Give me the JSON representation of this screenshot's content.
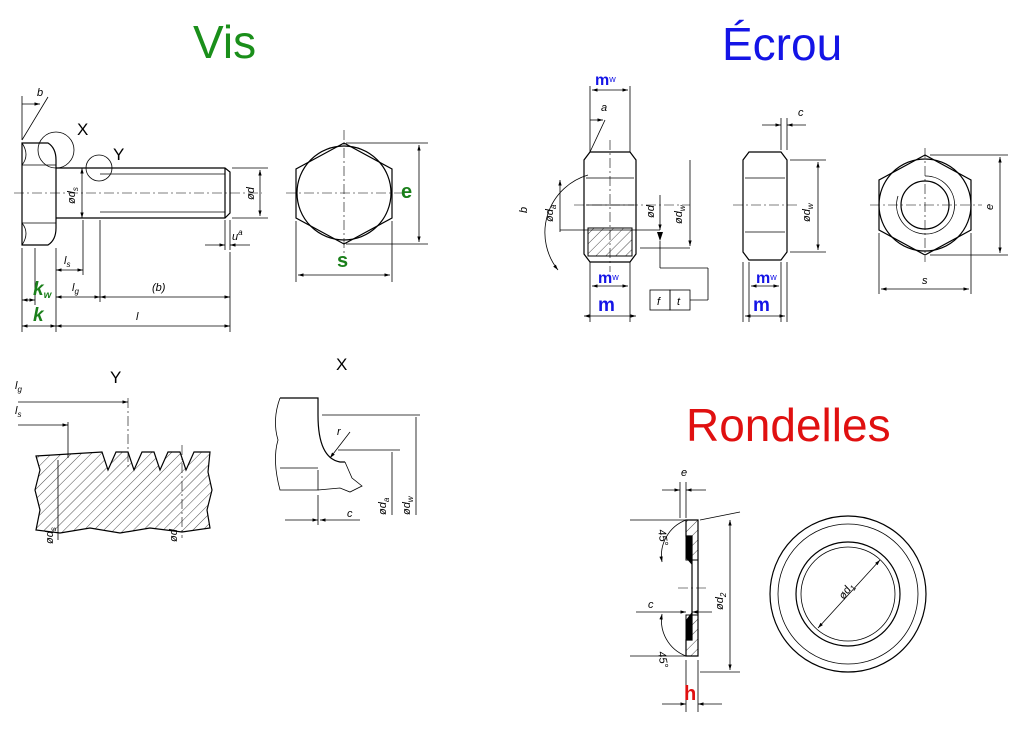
{
  "titles": {
    "vis": "Vis",
    "ecrou": "Écrou",
    "rondelles": "Rondelles"
  },
  "colors": {
    "vis": "#1a8f1a",
    "ecrou": "#1414e6",
    "rondelles": "#e01010"
  },
  "vis_labels": {
    "b": "b",
    "x": "X",
    "y": "Y",
    "ds_prefix": "ød",
    "ds_sub": "s",
    "d": "ød",
    "u": "u",
    "u_sup": "a",
    "ls": "l",
    "ls_sub": "s",
    "lg": "l",
    "lg_sub": "g",
    "b_paren": "(b)",
    "l": "l",
    "kw": "k",
    "kw_sub": "w",
    "k": "k",
    "e": "e",
    "s": "s"
  },
  "detail_y": {
    "title": "Y",
    "lg": "l",
    "lg_sub": "g",
    "ls": "l",
    "ls_sub": "s",
    "ds": "ød",
    "ds_sub": "s",
    "d": "ød"
  },
  "detail_x": {
    "title": "X",
    "r": "r",
    "c": "c",
    "da": "ød",
    "da_sub": "a",
    "dw": "ød",
    "dw_sub": "w"
  },
  "ecrou_labels": {
    "mw1": "m",
    "mw1_sub": "w",
    "a": "a",
    "b": "b",
    "da": "ød",
    "da_sub": "a",
    "d": "ød",
    "dw": "ød",
    "dw_sub": "w",
    "mw2": "m",
    "mw2_sub": "w",
    "m1": "m",
    "f": "f",
    "t": "t",
    "c": "c",
    "dw2": "ød",
    "dw2_sub": "w",
    "mw3": "m",
    "mw3_sub": "w",
    "m2": "m",
    "e": "e",
    "s": "s"
  },
  "rondelle_labels": {
    "e": "e",
    "angle1": "45°",
    "angle2": "45°",
    "c": "c",
    "d2": "ød",
    "d2_sub": "2",
    "d1": "ød",
    "d1_sub": "1",
    "h": "h"
  }
}
